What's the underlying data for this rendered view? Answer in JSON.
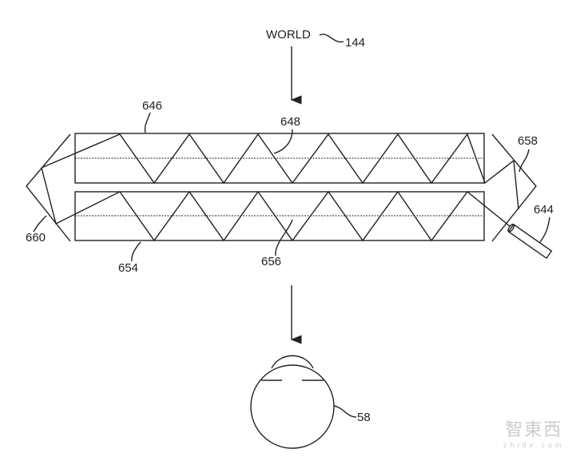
{
  "labels": {
    "world": "WORLD",
    "world_ref": "144",
    "upper_waveguide": "646",
    "upper_ray": "648",
    "right_prism": "658",
    "projector": "644",
    "left_prism": "660",
    "lower_waveguide": "654",
    "lower_ray": "656",
    "eye": "58"
  },
  "watermark": {
    "logo": "智東西",
    "site": "zhidx.com"
  }
}
